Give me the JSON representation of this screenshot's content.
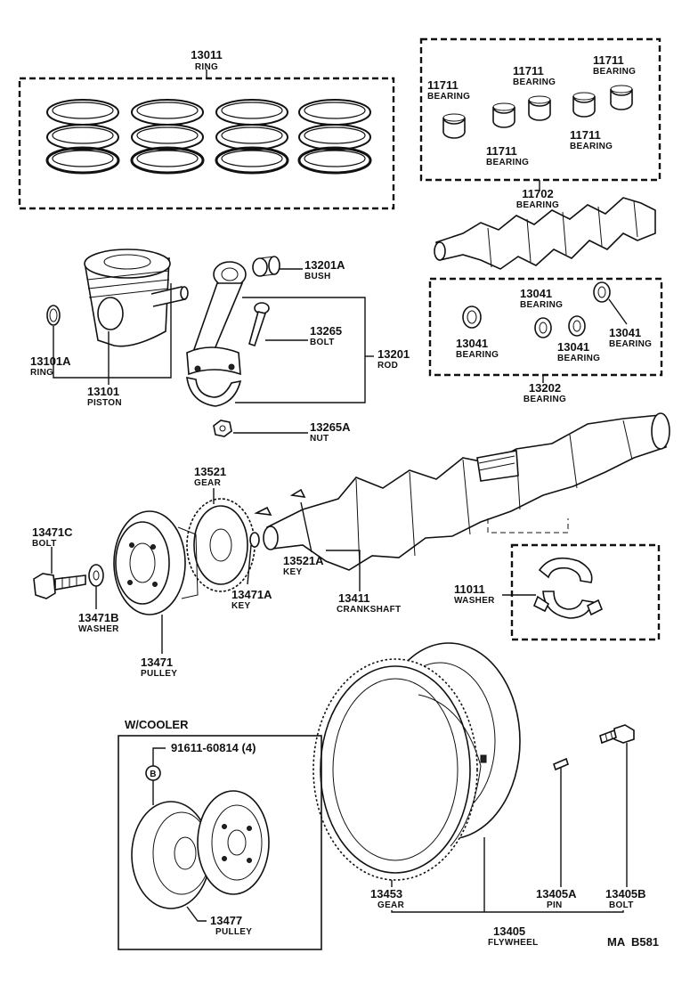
{
  "parts": {
    "ring": {
      "number": "13011",
      "name": "RING"
    },
    "bearing_a": {
      "number": "11711",
      "name": "BEARING"
    },
    "bearing_b": {
      "number": "11711",
      "name": "BEARING"
    },
    "bearing_c": {
      "number": "11711",
      "name": "BEARING"
    },
    "bearing_d": {
      "number": "11711",
      "name": "BEARING"
    },
    "bearing_e": {
      "number": "11711",
      "name": "BEARING"
    },
    "bearing_set": {
      "number": "11702",
      "name": "BEARING"
    },
    "bush": {
      "number": "13201A",
      "name": "BUSH"
    },
    "rod_bolt": {
      "number": "13265",
      "name": "BOLT"
    },
    "rod": {
      "number": "13201",
      "name": "ROD"
    },
    "nut": {
      "number": "13265A",
      "name": "NUT"
    },
    "snap_ring": {
      "number": "13101A",
      "name": "RING"
    },
    "piston": {
      "number": "13101",
      "name": "PISTON"
    },
    "rod_bearing_a": {
      "number": "13041",
      "name": "BEARING"
    },
    "rod_bearing_b": {
      "number": "13041",
      "name": "BEARING"
    },
    "rod_bearing_c": {
      "number": "13041",
      "name": "BEARING"
    },
    "rod_bearing_d": {
      "number": "13041",
      "name": "BEARING"
    },
    "rod_bearing_set": {
      "number": "13202",
      "name": "BEARING"
    },
    "gear": {
      "number": "13521",
      "name": "GEAR"
    },
    "pulley_bolt": {
      "number": "13471C",
      "name": "BOLT"
    },
    "key_small": {
      "number": "13521A",
      "name": "KEY"
    },
    "pulley_key": {
      "number": "13471A",
      "name": "KEY"
    },
    "crankshaft": {
      "number": "13411",
      "name": "CRANKSHAFT"
    },
    "thrust_washer": {
      "number": "11011",
      "name": "WASHER"
    },
    "pulley_washer": {
      "number": "13471B",
      "name": "WASHER"
    },
    "pulley": {
      "number": "13471",
      "name": "PULLEY"
    },
    "cooler_bolt": {
      "number": "91611-60814 (4)"
    },
    "cooler_pulley": {
      "number": "13477",
      "name": "PULLEY"
    },
    "ring_gear": {
      "number": "13453",
      "name": "GEAR"
    },
    "pin": {
      "number": "13405A",
      "name": "PIN"
    },
    "flywheel_bolt": {
      "number": "13405B",
      "name": "BOLT"
    },
    "flywheel": {
      "number": "13405",
      "name": "FLYWHEEL"
    }
  },
  "cooler_title": "W/COOLER",
  "callout_letter": "B",
  "figure_code": "MA  B581"
}
